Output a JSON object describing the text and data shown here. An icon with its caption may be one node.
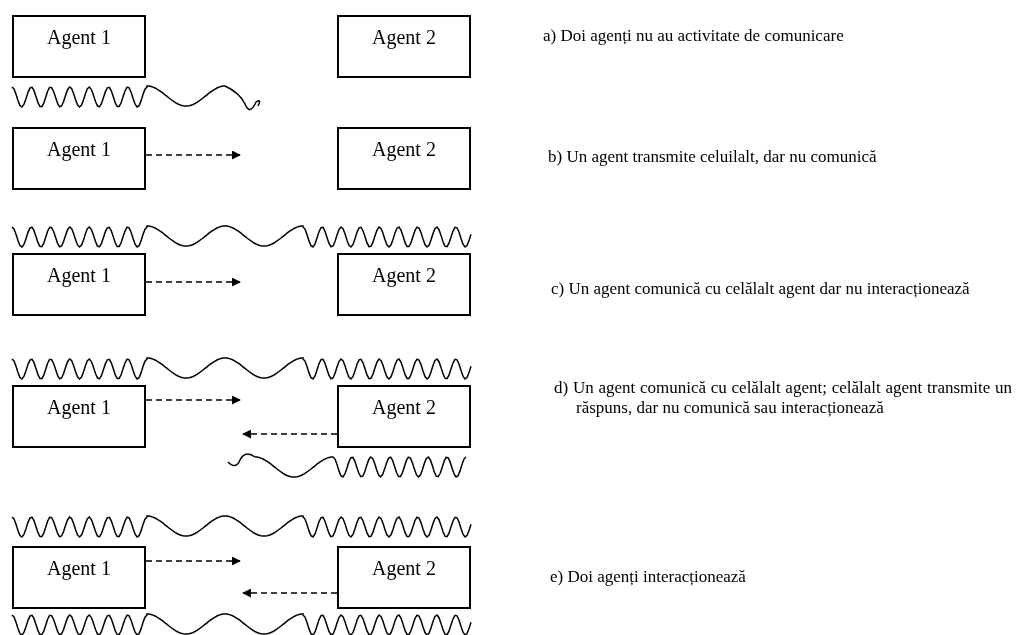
{
  "diagram": {
    "nodes": [
      {
        "text": [
          "Agent 1"
        ]
      },
      {
        "text": [
          "Agent 2"
        ]
      },
      {
        "text": [
          "Agent 1"
        ]
      },
      {
        "text": [
          "Agent 2"
        ]
      },
      {
        "text": [
          "Agent 1"
        ]
      },
      {
        "text": [
          "Agent 2"
        ]
      },
      {
        "text": [
          "Agent 1"
        ]
      },
      {
        "text": [
          "Agent 2"
        ]
      },
      {
        "text": [
          "Agent 1"
        ]
      },
      {
        "text": [
          "Agent 2"
        ]
      }
    ],
    "edges": [
      {
        "from": 2,
        "to": null,
        "arrow": "to",
        "style": "dashed"
      },
      {
        "from": 4,
        "to": null,
        "arrow": "to",
        "style": "dashed"
      },
      {
        "from": 6,
        "to": null,
        "arrow": "to",
        "style": "dashed"
      },
      {
        "from": 7,
        "to": null,
        "arrow": "to",
        "style": "dashed"
      },
      {
        "from": 8,
        "to": null,
        "arrow": "to",
        "style": "dashed"
      },
      {
        "from": 9,
        "to": null,
        "arrow": "to",
        "style": "dashed"
      }
    ],
    "labels": [
      "a) Doi agenți nu au activitate de comunicare",
      "b) Un agent transmite celuilalt, dar nu comunică",
      "c) Un agent comunică cu celălalt agent dar nu interacționează",
      "d) Un agent comunică cu celălalt agent; celălalt agent transmite un răspuns, dar nu comunică sau interacționează",
      "e) Doi agenți interacționează"
    ]
  }
}
